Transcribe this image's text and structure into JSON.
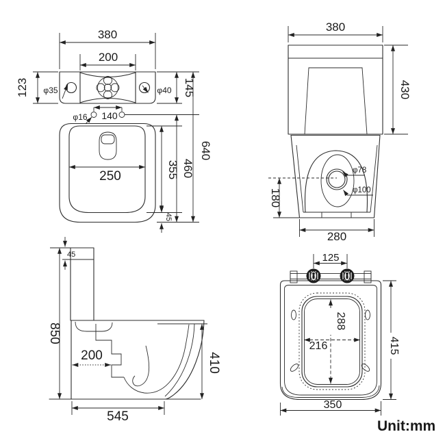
{
  "drawing": {
    "unit_label": "Unit:mm",
    "colors": {
      "line": "#2b2b2b",
      "dim": "#262626",
      "text": "#1a1a1a",
      "background": "#ffffff",
      "knob": "#1c1c1c"
    },
    "views": {
      "plan": {
        "dims": {
          "tank_width": "380",
          "lid_recess_width": "200",
          "tank_depth_left": "123",
          "tank_depth_right": "145",
          "hole_left": "φ35",
          "hole_right": "φ40",
          "fixing_hole": "φ16",
          "fixing_span": "140",
          "bowl_inner_width": "250",
          "bowl_inner_length": "355",
          "bowl_length": "460",
          "total_length": "640",
          "rim_gap": "45"
        }
      },
      "rear": {
        "dims": {
          "tank_width": "380",
          "tank_height": "430",
          "outlet_inner": "φ78",
          "outlet_outer": "φ100",
          "outlet_center_height": "180",
          "base_width": "280"
        }
      },
      "side": {
        "dims": {
          "lid_thickness": "45",
          "total_height": "850",
          "trap_setout": "200",
          "bowl_height": "410",
          "total_depth": "545"
        }
      },
      "seat": {
        "dims": {
          "hinge_span": "125",
          "opening_length": "288",
          "opening_width": "216",
          "seat_length": "415",
          "seat_width": "350"
        }
      }
    }
  }
}
